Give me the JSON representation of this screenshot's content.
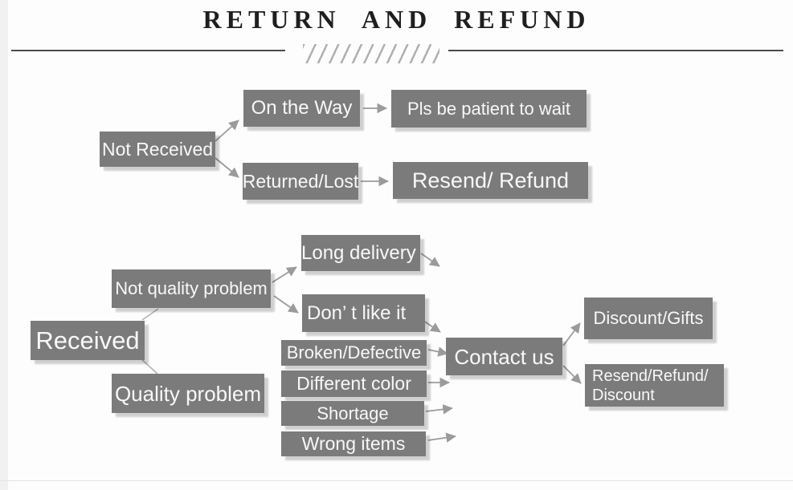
{
  "title": "RETURN AND REFUND",
  "colors": {
    "node_background": "#7b7b7b",
    "node_text": "#f8f8f8",
    "arrow": "#9b9b9b",
    "title_text": "#1f1f1f",
    "divider_line": "#4a4a4a",
    "divider_hatch": "#b0b0b0"
  },
  "nodes": {
    "not_received": "Not Received",
    "on_the_way": "On the Way",
    "pls_be_patient": "Pls be patient to wait",
    "returned_lost": "Returned/Lost",
    "resend_refund": "Resend/ Refund",
    "received": "Received",
    "not_quality_problem": "Not quality problem",
    "quality_problem": "Quality problem",
    "long_delivery": "Long delivery",
    "dont_like_it": "Don’ t like it",
    "broken_defective": "Broken/Defective",
    "different_color": "Different color",
    "shortage": "Shortage",
    "wrong_items": "Wrong items",
    "contact_us": "Contact us",
    "discount_gifts": "Discount/Gifts",
    "resend_refund_discount": "Resend/Refund/ Discount"
  }
}
